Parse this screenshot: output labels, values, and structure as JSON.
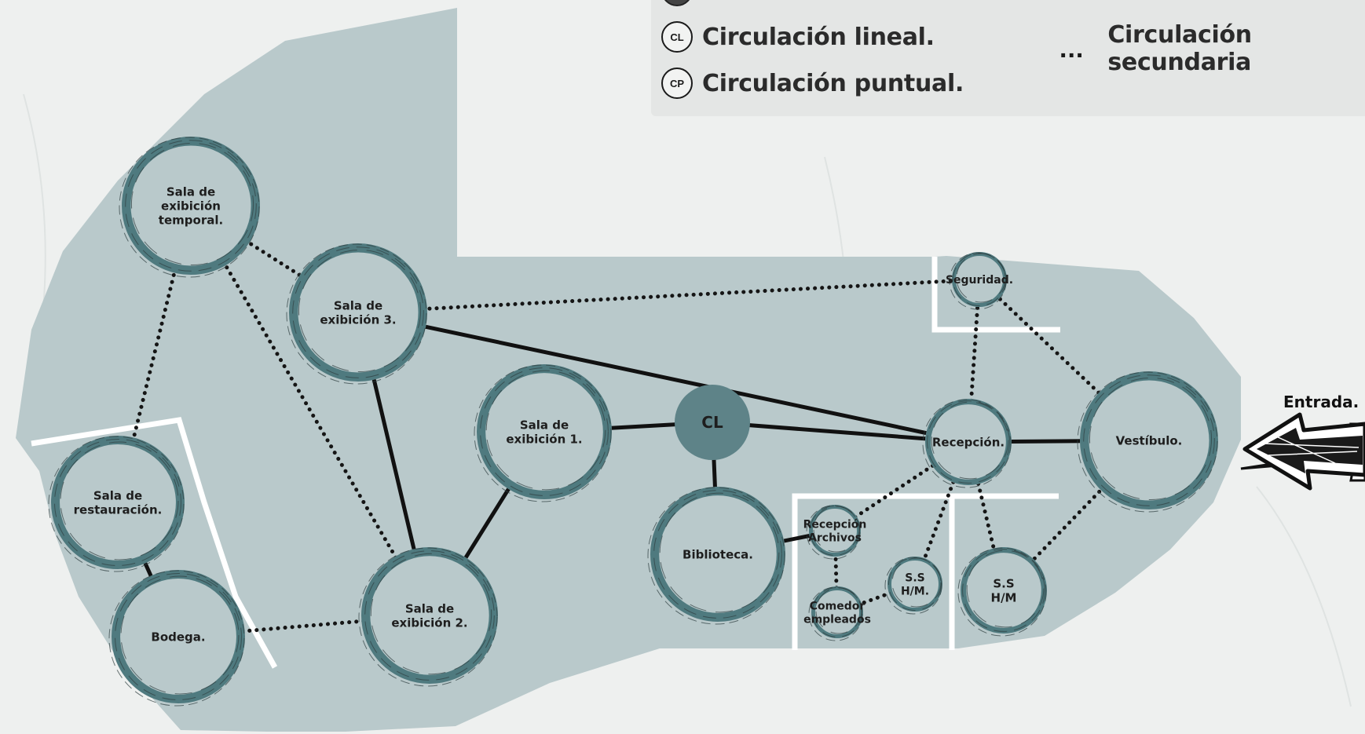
{
  "legend": {
    "items": [
      {
        "badge": "CL",
        "label": "Circulación lineal."
      },
      {
        "badge": "CP",
        "label": "Circulación puntual."
      }
    ],
    "secondary": {
      "symbol": "...",
      "label": "Circulación secundaria"
    }
  },
  "entrance_label": "Entrada.",
  "nodes": {
    "temporal": [
      "Sala de",
      "exibición",
      "temporal."
    ],
    "sala3": [
      "Sala de",
      "exibición 3."
    ],
    "sala1": [
      "Sala de",
      "exibición 1."
    ],
    "sala2": [
      "Sala de",
      "exibición 2."
    ],
    "restauracion": [
      "Sala de",
      "restauración."
    ],
    "bodega": [
      "Bodega."
    ],
    "cl": [
      "CL"
    ],
    "biblioteca": [
      "Biblioteca."
    ],
    "recepcion": [
      "Recepción."
    ],
    "vestibulo": [
      "Vestíbulo."
    ],
    "seguridad": [
      "Seguridad."
    ],
    "recepcion_archivos": [
      "Recepción",
      "Archivos"
    ],
    "comedor": [
      "Comedor",
      "empleados"
    ],
    "ss1": [
      "S.S",
      "H/M."
    ],
    "ss2": [
      "S.S",
      "H/M"
    ]
  },
  "colors": {
    "background": "#eef0ef",
    "zone_fill": "#b9c9cb",
    "ring": "#4f7a7f",
    "cl_fill": "#5e8388",
    "line": "#111111"
  }
}
